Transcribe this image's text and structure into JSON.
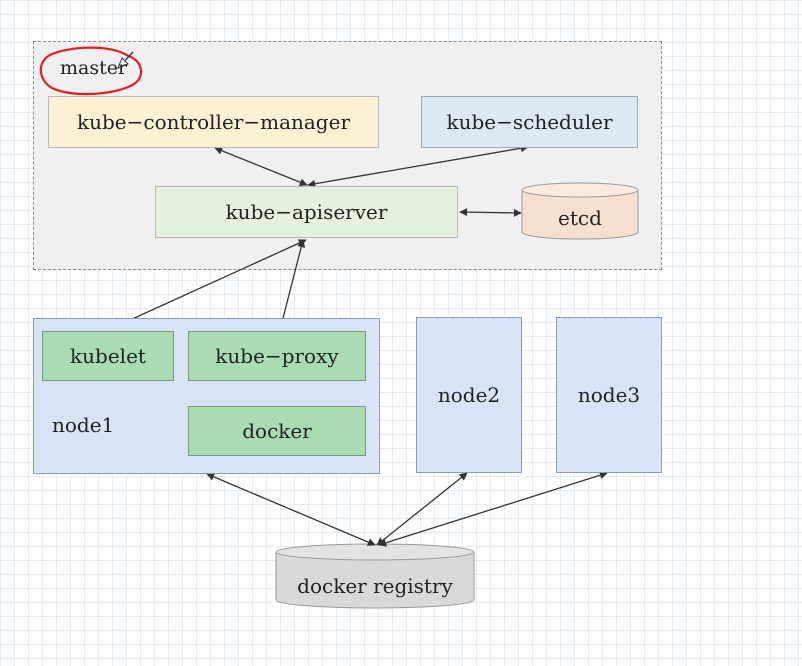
{
  "master": {
    "label": "master"
  },
  "components": {
    "controller_manager": "kube−controller−manager",
    "scheduler": "kube−scheduler",
    "apiserver": "kube−apiserver",
    "etcd": "etcd"
  },
  "node1": {
    "label": "node1",
    "kubelet": "kubelet",
    "kube_proxy": "kube−proxy",
    "docker": "docker"
  },
  "nodes": {
    "node2": "node2",
    "node3": "node3"
  },
  "registry": {
    "label": "docker registry"
  },
  "colors": {
    "master_bg": "#f0f0f0",
    "controller_bg": "#fdf1d4",
    "scheduler_bg": "#dde8f5",
    "apiserver_bg": "#e5f1dc",
    "etcd_bg": "#f8e0d0",
    "node_bg": "#d8e4f5",
    "node_component_bg": "#a9dcb1",
    "registry_bg": "#d9d9d9",
    "annotation_circle": "#e02020"
  }
}
